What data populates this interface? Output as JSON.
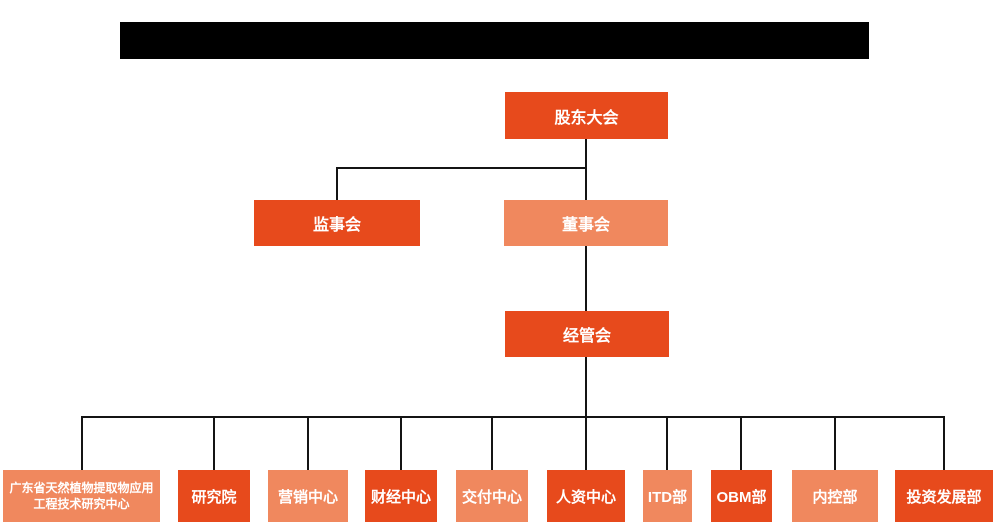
{
  "colors": {
    "bg": "#ffffff",
    "dark": "#E74A1C",
    "light": "#F0885E",
    "line": "#141414",
    "text": "#ffffff",
    "redact": "#000000"
  },
  "title_bar": {
    "redacted": true,
    "note": "solid black bar covering the chart title"
  },
  "org": {
    "nodes": {
      "shareholders": {
        "label": "股东大会",
        "variant": "dark"
      },
      "supervisory": {
        "label": "监事会",
        "variant": "dark"
      },
      "board": {
        "label": "董事会",
        "variant": "light"
      },
      "management": {
        "label": "经管会",
        "variant": "dark"
      },
      "departments": [
        {
          "label": "广东省天然植物提取物应用工程技术研究中心",
          "variant": "light"
        },
        {
          "label": "研究院",
          "variant": "dark"
        },
        {
          "label": "营销中心",
          "variant": "light"
        },
        {
          "label": "财经中心",
          "variant": "dark"
        },
        {
          "label": "交付中心",
          "variant": "light"
        },
        {
          "label": "人资中心",
          "variant": "dark"
        },
        {
          "label": "ITD部",
          "variant": "light"
        },
        {
          "label": "OBM部",
          "variant": "dark"
        },
        {
          "label": "内控部",
          "variant": "light"
        },
        {
          "label": "投资发展部",
          "variant": "dark"
        }
      ]
    },
    "hierarchy": [
      {
        "parent": "股东大会",
        "children": [
          "监事会",
          "董事会"
        ]
      },
      {
        "parent": "董事会",
        "children": [
          "经管会"
        ]
      },
      {
        "parent": "经管会",
        "children": [
          "广东省天然植物提取物应用工程技术研究中心",
          "研究院",
          "营销中心",
          "财经中心",
          "交付中心",
          "人资中心",
          "ITD部",
          "OBM部",
          "内控部",
          "投资发展部"
        ]
      }
    ]
  }
}
